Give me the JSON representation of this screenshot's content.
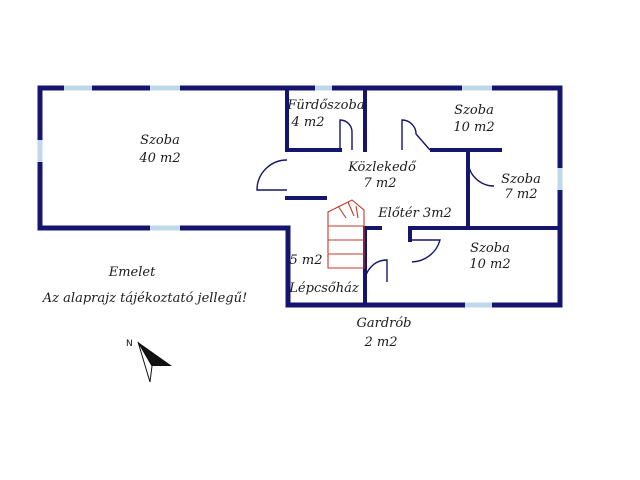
{
  "rooms": {
    "szoba_large": {
      "name": "Szoba",
      "area": "40 m2"
    },
    "furdoszoba": {
      "name": "Fürdőszoba",
      "area": "4 m2"
    },
    "szoba_top_right": {
      "name": "Szoba",
      "area": "10 m2"
    },
    "kozlekedo": {
      "name": "Közlekedő",
      "area": "7 m2"
    },
    "szoba_small": {
      "name": "Szoba",
      "area": "7 m2"
    },
    "eloter": {
      "name": "Előtér 3m2"
    },
    "lepcsohaz": {
      "name": "Lépcsőház",
      "area": "5 m2"
    },
    "szoba_bottom_right": {
      "name": "Szoba",
      "area": "10 m2"
    },
    "gardrob": {
      "name": "Gardrób",
      "area": "2 m2"
    }
  },
  "notes": {
    "floor": "Emelet",
    "disclaimer": "Az alaprajz tájékoztató jellegű!"
  },
  "compass": {
    "label": "N"
  },
  "colors": {
    "wall": "#15156e",
    "window": "#bfd8ea",
    "stairs": "#c0392b"
  }
}
